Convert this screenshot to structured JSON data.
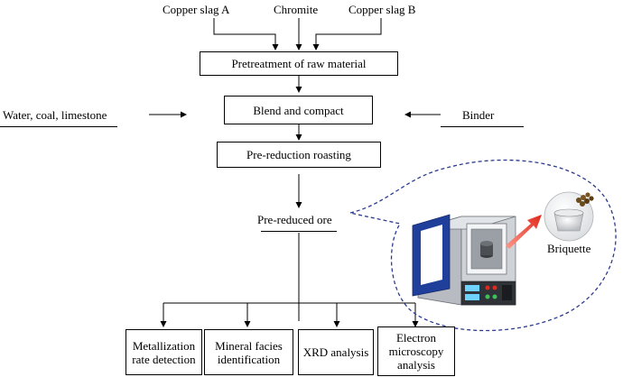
{
  "inputs": {
    "copper_slag_a": "Copper  slag A",
    "chromite": "Chromite",
    "copper_slag_b": "Copper  slag B"
  },
  "steps": {
    "pretreatment": "Pretreatment of raw material",
    "blend": "Blend and compact",
    "preroast": "Pre-reduction roasting",
    "prereduced": "Pre-reduced ore"
  },
  "side_inputs": {
    "left": "Water, coal, limestone",
    "right": "Binder"
  },
  "inset": {
    "briquette_label": "Briquette"
  },
  "analyses": [
    "Metallization rate detection",
    "Mineral facies identification",
    "XRD analysis",
    "Electron microscopy analysis"
  ],
  "colors": {
    "dashed_outline": "#2b3a8f",
    "furnace_body": "#cfd3d8",
    "furnace_door": "#1f3f9a",
    "arrow_red": "#e0281e"
  }
}
